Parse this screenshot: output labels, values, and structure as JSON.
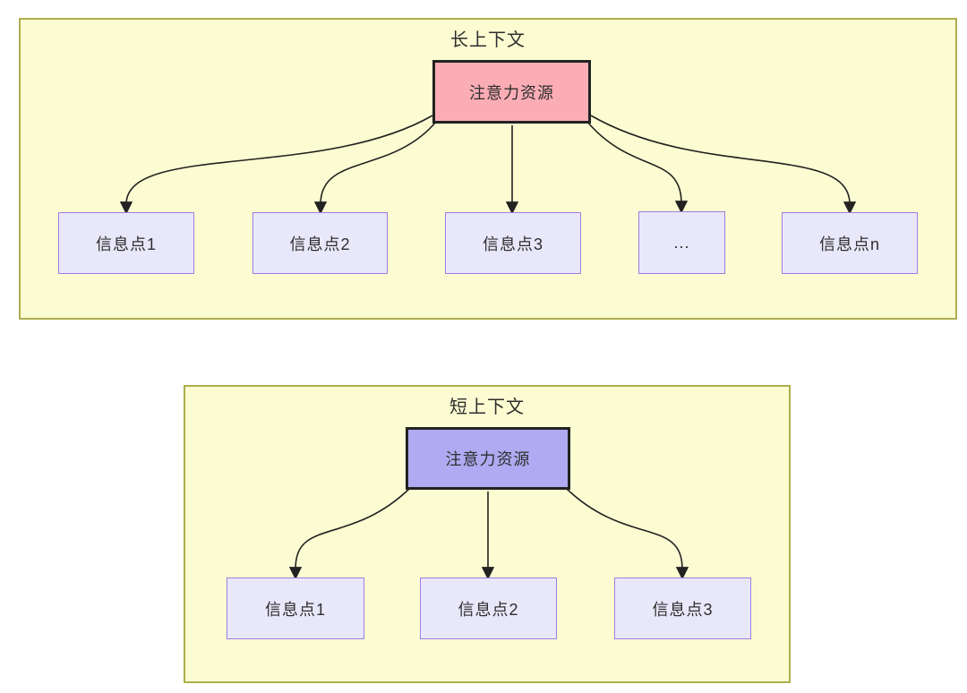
{
  "colors": {
    "page_bg": "#ffffff",
    "container_fill": "#fcfcd2",
    "container_border": "#aeae4f",
    "attention_border": "#222222",
    "attention_long_fill": "#fbadb6",
    "attention_short_fill": "#aeabf2",
    "info_fill": "#e9e8fb",
    "info_border": "#9d7de0",
    "arrow": "#222222",
    "text": "#2e2e2e"
  },
  "long": {
    "title": "长上下文",
    "attention": {
      "label": "注意力资源"
    },
    "nodes": [
      {
        "label": "信息点1"
      },
      {
        "label": "信息点2"
      },
      {
        "label": "信息点3"
      },
      {
        "label": "..."
      },
      {
        "label": "信息点n"
      }
    ]
  },
  "short": {
    "title": "短上下文",
    "attention": {
      "label": "注意力资源"
    },
    "nodes": [
      {
        "label": "信息点1"
      },
      {
        "label": "信息点2"
      },
      {
        "label": "信息点3"
      }
    ]
  }
}
